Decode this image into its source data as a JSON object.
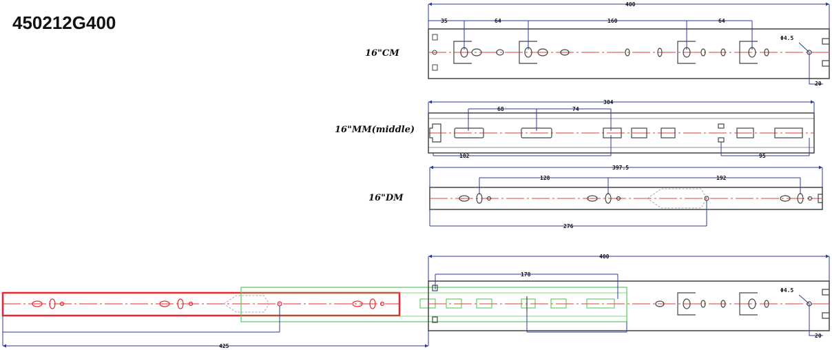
{
  "title": "450212G400",
  "rails": {
    "cm": {
      "label": "16\"CM",
      "overall": "400",
      "dims": [
        "35",
        "64",
        "160",
        "64"
      ],
      "hole": "Φ4.5",
      "end": "20"
    },
    "mm": {
      "label": "16\"MM(middle)",
      "overall": "384",
      "dims": [
        "68",
        "74"
      ],
      "left": "182",
      "right": "95"
    },
    "dm": {
      "label": "16\"DM",
      "overall": "397.5",
      "dims": [
        "128",
        "192"
      ],
      "bottom": "276"
    },
    "assembly": {
      "overall": "400",
      "dim": "178",
      "hole": "Φ4.5",
      "end": "20",
      "extension": "425"
    }
  },
  "colors": {
    "outline": "#444444",
    "dimension": "#2a3a9e",
    "centerline": "#e23b3b",
    "extended": "#e8262b",
    "overlay": "#58c95a"
  }
}
